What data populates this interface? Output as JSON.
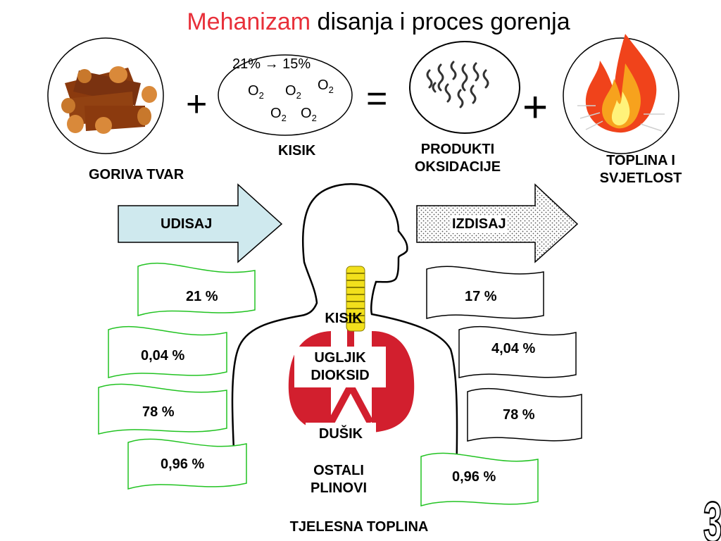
{
  "title": {
    "accent": "Mehanizam",
    "rest": " disanja i proces gorenja"
  },
  "top_row": {
    "fuel_label": "GORIVA TVAR",
    "plus1": "+",
    "oxygen_change": "21% → 15%",
    "oxygen_molecule": "O",
    "oxygen_subscript": "2",
    "oxygen_label": "KISIK",
    "equals": "=",
    "products_label_line1": "PRODUKTI",
    "products_label_line2": "OKSIDACIJE",
    "plus2": "+",
    "heat_label_line1": "TOPLINA I",
    "heat_label_line2": "SVJETLOST"
  },
  "arrows": {
    "inhale": "UDISAJ",
    "exhale": "IZDISAJ"
  },
  "body_labels": {
    "oxygen": "KISIK",
    "co2_line1": "UGLJIK",
    "co2_line2": "DIOKSID",
    "nitrogen": "DUŠIK",
    "other_line1": "OSTALI",
    "other_line2": "PLINOVI",
    "body_heat": "TJELESNA TOPLINA"
  },
  "inhaled_values": [
    "21 %",
    "0,04 %",
    "78 %",
    "0,96 %"
  ],
  "exhaled_values": [
    "17 %",
    "4,04 %",
    "78 %",
    "0,96 %"
  ],
  "slide_number": "3",
  "colors": {
    "accent_red": "#e8303a",
    "inhale_arrow_fill": "#cfe9ee",
    "lungs": "#d21f2e",
    "trachea": "#f2e01c",
    "flag_green": "#22c322",
    "wood": "#8b3a0e"
  }
}
